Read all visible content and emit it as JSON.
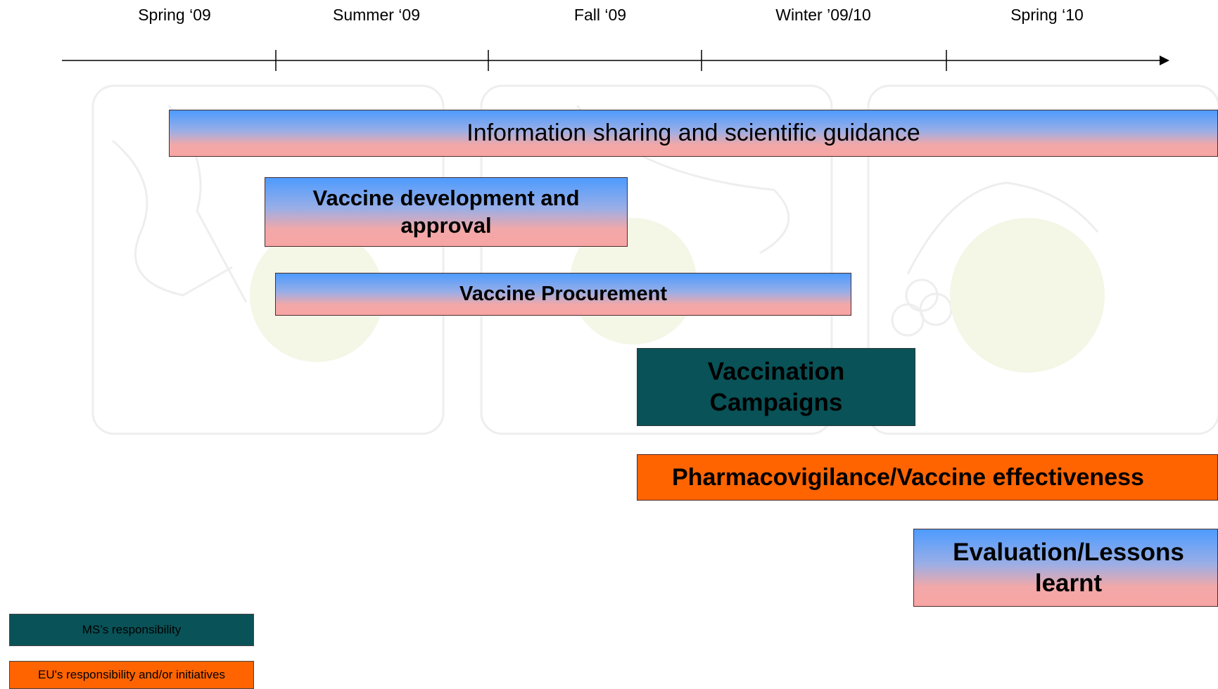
{
  "timeline": {
    "periods": [
      "Spring ‘09",
      "Summer ‘09",
      "Fall ‘09",
      "Winter ’09/10",
      "Spring ‘10"
    ]
  },
  "bars": {
    "info_sharing": "Information sharing and scientific guidance",
    "vaccine_development": "Vaccine development and approval",
    "vaccine_procurement": "Vaccine Procurement",
    "vaccination_campaigns": "Vaccination Campaigns",
    "pharmacovigilance": "Pharmacovigilance/Vaccine effectiveness",
    "evaluation": "Evaluation/Lessons learnt"
  },
  "legend": {
    "ms": "MS’s responsibility",
    "eu": "EU's responsibility and/or initiatives"
  },
  "colors": {
    "teal": "#095257",
    "orange": "#ff6400",
    "gradient_top": "#4d9bff",
    "gradient_bottom": "#f7a5a3"
  }
}
